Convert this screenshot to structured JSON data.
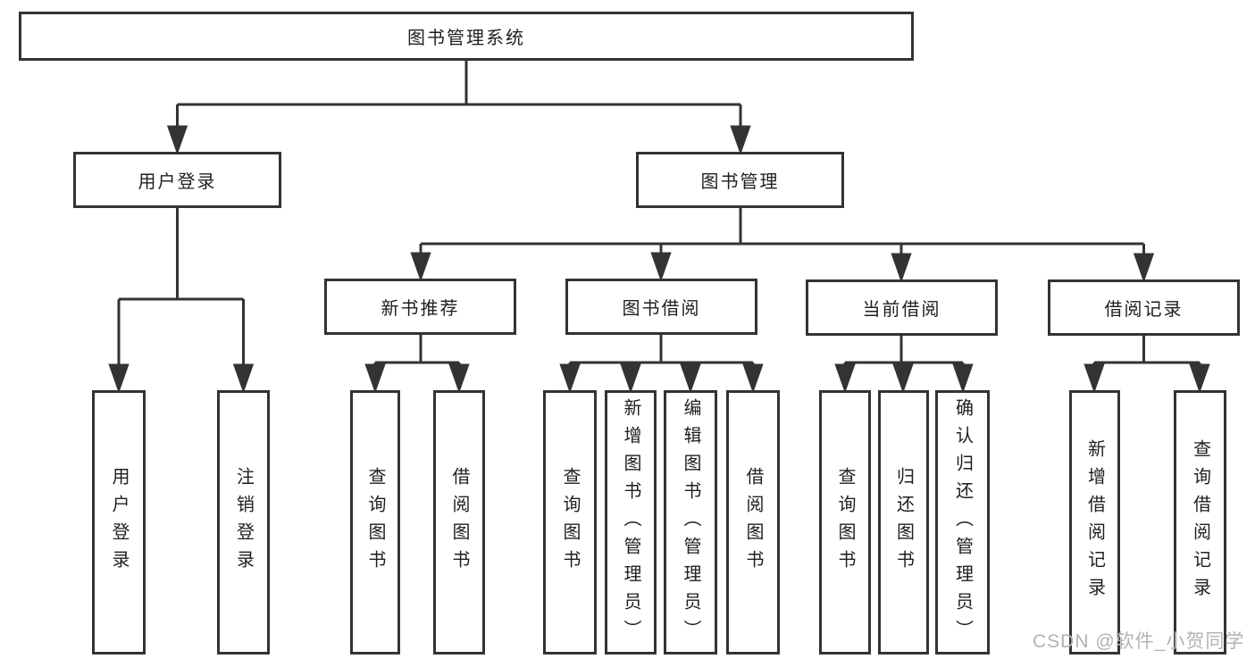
{
  "tree": {
    "label": "图书管理系统",
    "children": [
      {
        "label": "用户登录",
        "children": [
          {
            "label": "用户登录"
          },
          {
            "label": "注销登录"
          }
        ]
      },
      {
        "label": "图书管理",
        "children": [
          {
            "label": "新书推荐",
            "children": [
              {
                "label": "查询图书"
              },
              {
                "label": "借阅图书"
              }
            ]
          },
          {
            "label": "图书借阅",
            "children": [
              {
                "label": "查询图书"
              },
              {
                "label": "新增图书（管理员）"
              },
              {
                "label": "编辑图书（管理员）"
              },
              {
                "label": "借阅图书"
              }
            ]
          },
          {
            "label": "当前借阅",
            "children": [
              {
                "label": "查询图书"
              },
              {
                "label": "归还图书"
              },
              {
                "label": "确认归还（管理员）"
              }
            ]
          },
          {
            "label": "借阅记录",
            "children": [
              {
                "label": "新增借阅记录"
              },
              {
                "label": "查询借阅记录"
              }
            ]
          }
        ]
      }
    ]
  },
  "watermark": {
    "text": "CSDN @软件_小贺同学"
  },
  "colors": {
    "line": "#333333",
    "border": "#333333",
    "text": "#1f1f1f",
    "watermark": "#b3b3b3",
    "background": "#ffffff"
  }
}
